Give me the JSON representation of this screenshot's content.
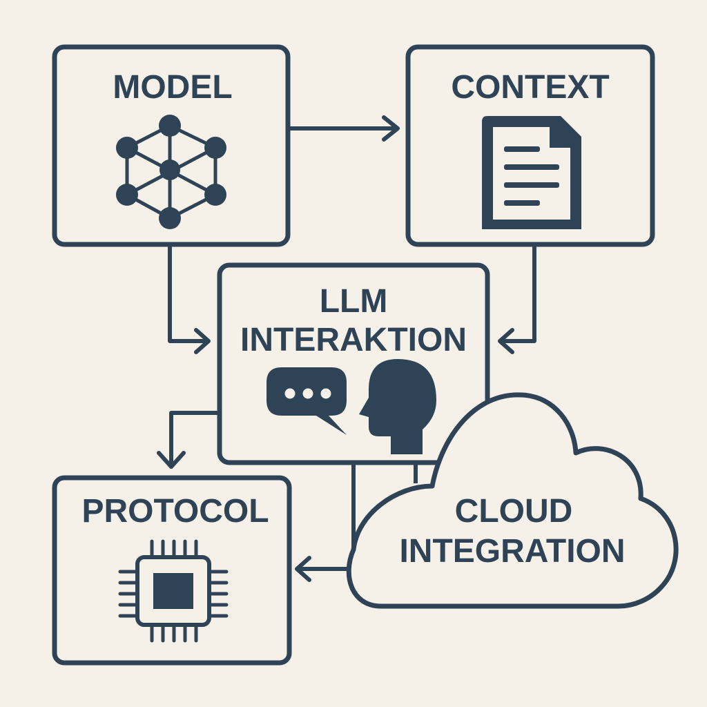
{
  "colors": {
    "background": "#f5f0e8",
    "ink": "#2e4356"
  },
  "nodes": {
    "model": {
      "title": "MODEL",
      "icon": "network-graph-icon"
    },
    "context": {
      "title": "CONTEXT",
      "icon": "document-icon"
    },
    "llm": {
      "title_line1": "LLM",
      "title_line2": "INTERAKTION",
      "icons": [
        "speech-bubble-icon",
        "human-head-icon"
      ]
    },
    "protocol": {
      "title": "PROTOCOL",
      "icon": "chip-icon"
    },
    "cloud": {
      "title_line1": "CLOUD",
      "title_line2": "INTEGRATION",
      "icon": "cloud-shape"
    }
  },
  "edges": [
    {
      "from": "model",
      "to": "context"
    },
    {
      "from": "model",
      "to": "llm"
    },
    {
      "from": "context",
      "to": "llm"
    },
    {
      "from": "llm",
      "to": "protocol"
    },
    {
      "from": "cloud",
      "to": "protocol"
    },
    {
      "from": "llm",
      "to": "cloud"
    }
  ]
}
